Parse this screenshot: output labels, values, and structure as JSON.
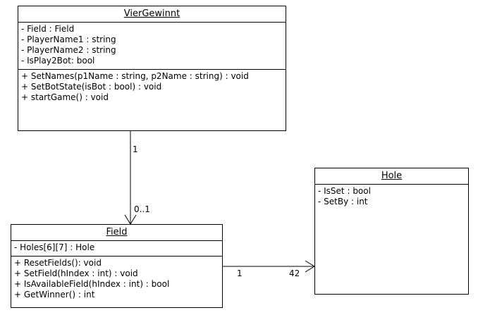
{
  "classes": {
    "viergewinnt": {
      "name": "VierGewinnt",
      "attributes": [
        "- Field : Field",
        "- PlayerName1 : string",
        "- PlayerName2 : string",
        "- IsPlay2Bot: bool"
      ],
      "operations": [
        "+ SetNames(p1Name : string, p2Name : string) : void",
        "+ SetBotState(isBot : bool) : void",
        "+ startGame() : void"
      ]
    },
    "field": {
      "name": "Field",
      "attributes": [
        "- Holes[6][7] : Hole"
      ],
      "operations": [
        "+ ResetFields(): void",
        "+ SetField(hIndex : int) : void",
        "+ IsAvailableField(hIndex : int) : bool",
        "+ GetWinner() : int"
      ]
    },
    "hole": {
      "name": "Hole",
      "attributes": [
        "- IsSet : bool",
        "- SetBy : int"
      ],
      "operations": []
    }
  },
  "associations": {
    "viergewinnt_field": {
      "source_mult": "1",
      "target_mult": "0..1"
    },
    "field_hole": {
      "source_mult": "1",
      "target_mult": "42"
    }
  }
}
